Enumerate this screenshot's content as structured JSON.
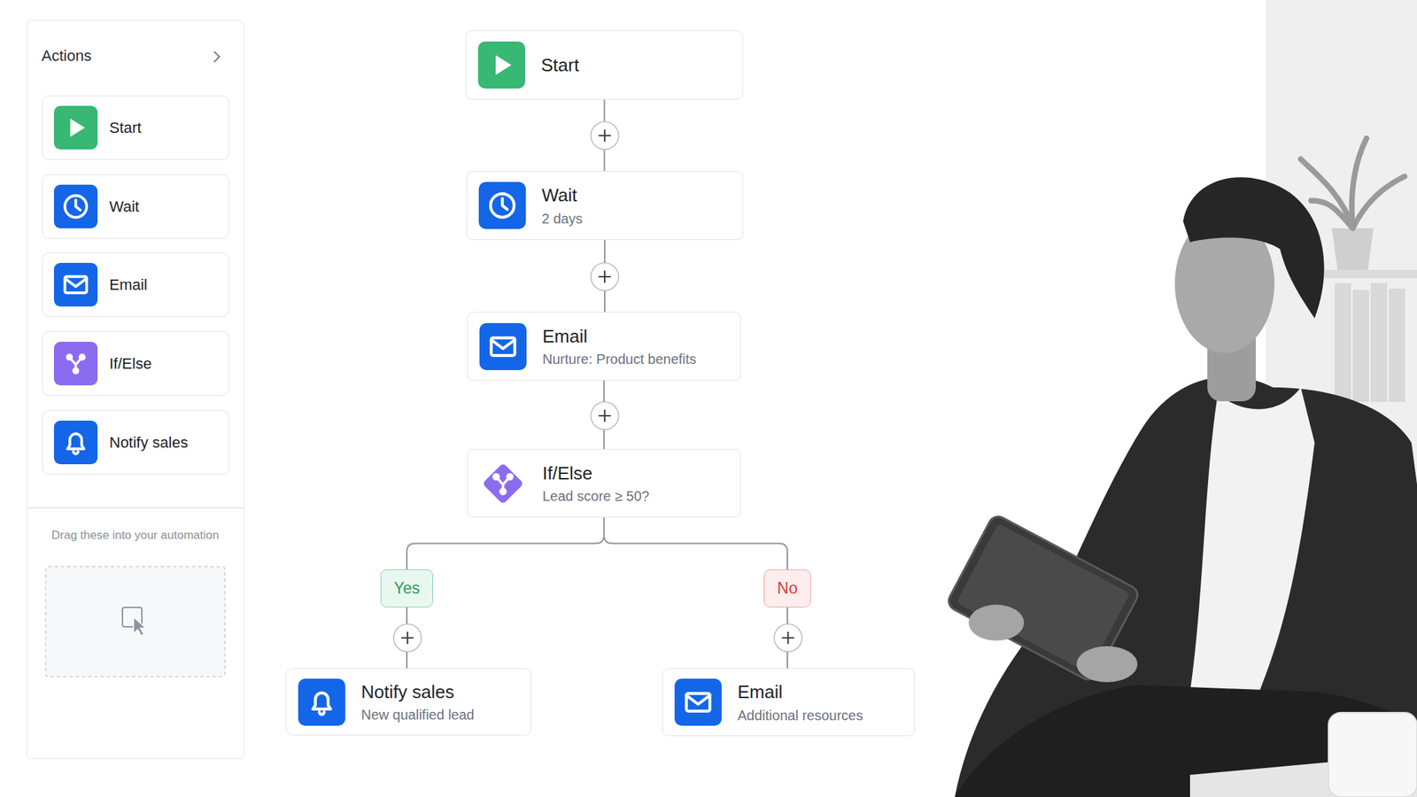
{
  "diagram": {
    "nodes": [
      {
        "text": [
          "Actions",
          "Drag these into your automation"
        ]
      },
      {
        "text": [
          "Start"
        ],
        "in": 0
      },
      {
        "text": [
          "Wait"
        ],
        "in": 0
      },
      {
        "text": [
          "Email"
        ],
        "in": 0
      },
      {
        "text": [
          "If/Else"
        ],
        "in": 0
      },
      {
        "text": [
          "Notify sales"
        ],
        "in": 0
      },
      {
        "text": [
          "Start"
        ]
      },
      {
        "text": [
          "Wait",
          "2 days"
        ]
      },
      {
        "text": [
          "Email",
          "Nurture: Product benefits"
        ]
      },
      {
        "text": [
          "If/Else",
          "Lead score ≥ 50?"
        ]
      },
      {
        "text": [
          "Yes"
        ]
      },
      {
        "text": [
          "No"
        ]
      },
      {
        "text": [
          "Notify sales",
          "New qualified lead"
        ]
      },
      {
        "text": [
          "Email",
          "Additional resources"
        ]
      }
    ],
    "edges": [
      {
        "from": 6,
        "to": 7,
        "arrow": "none"
      },
      {
        "from": 7,
        "to": 8,
        "arrow": "none"
      },
      {
        "from": 8,
        "to": 9,
        "arrow": "none"
      },
      {
        "from": 9,
        "to": 10,
        "arrow": "none"
      },
      {
        "from": 9,
        "to": 11,
        "arrow": "none"
      },
      {
        "from": 10,
        "to": 12,
        "arrow": "none"
      },
      {
        "from": 11,
        "to": 13,
        "arrow": "none"
      }
    ]
  }
}
